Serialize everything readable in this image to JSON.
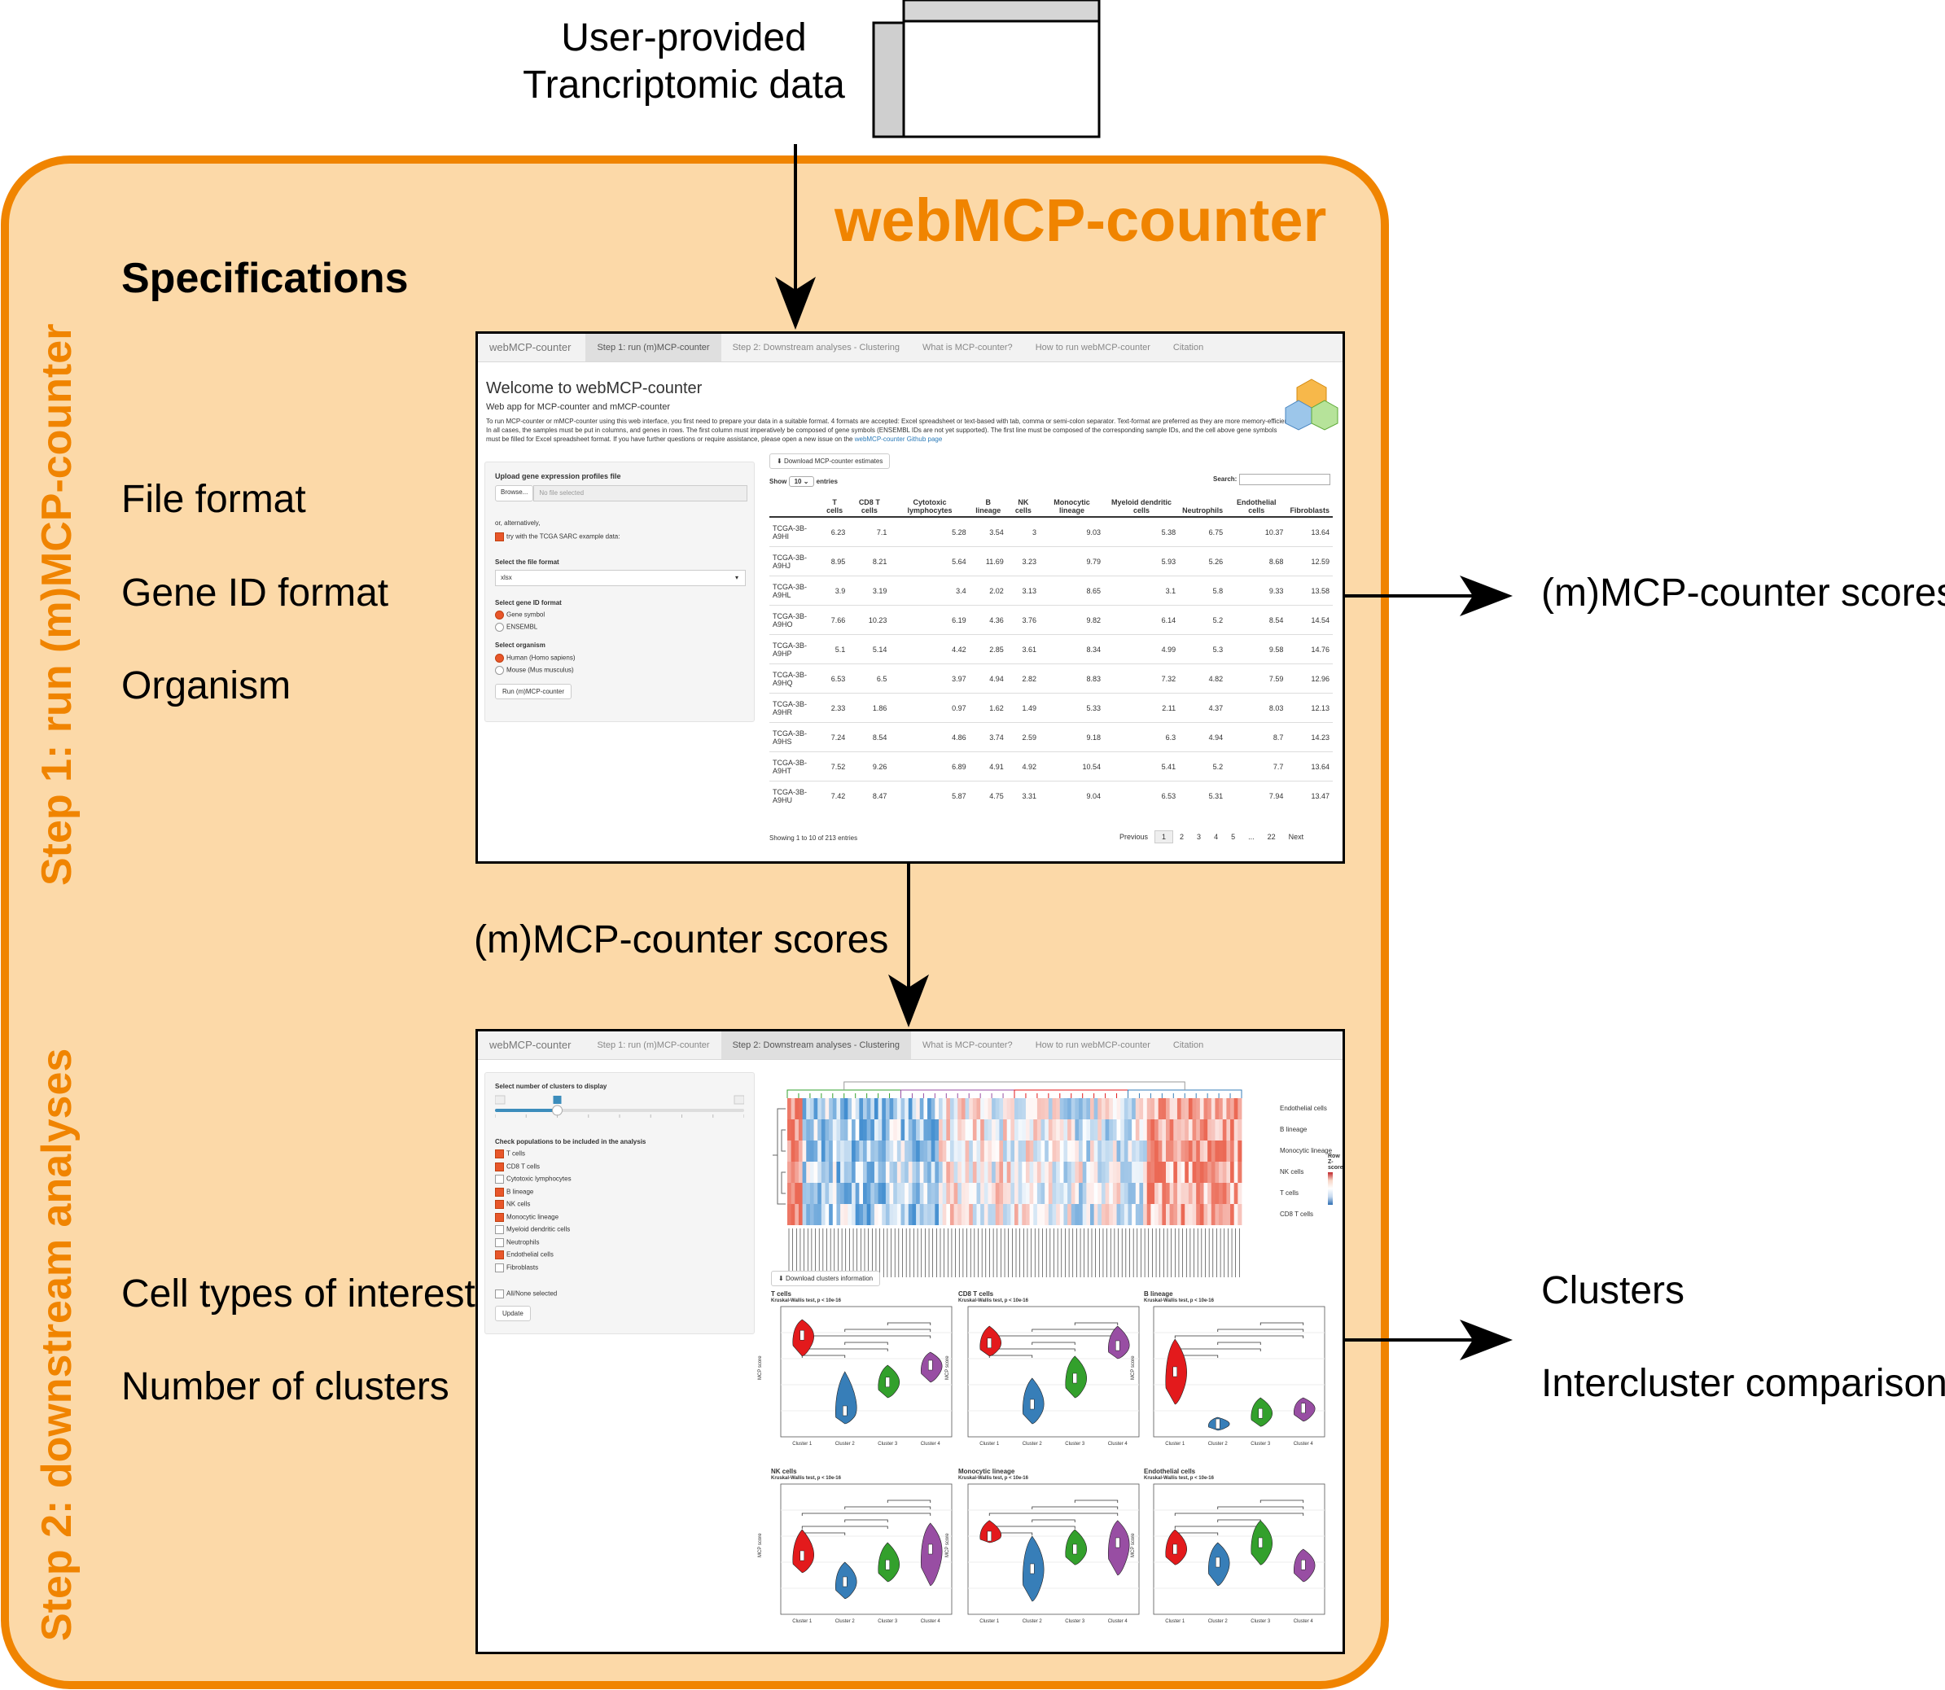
{
  "input": {
    "label_line1": "User-provided",
    "label_line2": "Trancriptomic data"
  },
  "container": {
    "title": "webMCP-counter",
    "fill_color": "#fcd9a8",
    "border_color": "#f08400",
    "specifications_heading": "Specifications"
  },
  "step1": {
    "side_label": "Step 1: run (m)MCP-counter",
    "specs": [
      "File format",
      "Gene ID format",
      "Organism"
    ],
    "output": "(m)MCP-counter scores"
  },
  "between_steps_label": "(m)MCP-counter scores",
  "step2": {
    "side_label": "Step 2: downstream analyses",
    "specs": [
      "Cell types of interest",
      "Number of clusters"
    ],
    "outputs": [
      "Clusters",
      "Intercluster comparisons"
    ]
  },
  "screenshot1": {
    "nav": [
      "webMCP-counter",
      "Step 1: run (m)MCP-counter",
      "Step 2: Downstream analyses - Clustering",
      "What is MCP-counter?",
      "How to run webMCP-counter",
      "Citation"
    ],
    "welcome": "Welcome to webMCP-counter",
    "subtitle": "Web app for MCP-counter and mMCP-counter",
    "intro": "To run MCP-counter or mMCP-counter using this web interface, you first need to prepare your data in a suitable format. 4 formats are accepted: Excel spreadsheet or text-based with tab, comma or semi-colon separator. Text-format are preferred as they are more memory-efficient. In all cases, the samples must be put in columns, and genes in rows. The first column must imperatively be composed of gene symbols (ENSEMBL IDs are not yet supported). The first line must be composed of the corresponding sample IDs, and the cell above gene symbols must be filled for Excel spreadsheet format. If you have further questions or require assistance, please open a new issue on the",
    "intro_link": "webMCP-counter Github page",
    "upload_label": "Upload gene expression profiles file",
    "browse": "Browse...",
    "no_file": "No file selected",
    "alternatively": "or, alternatively,",
    "try_example": "try with the TCGA SARC example data:",
    "file_format_label": "Select the file format",
    "file_format_value": "xlsx",
    "gene_id_label": "Select gene ID format",
    "gene_id_options": [
      "Gene symbol",
      "ENSEMBL"
    ],
    "organism_label": "Select organism",
    "organism_options": [
      "Human (Homo sapiens)",
      "Mouse (Mus musculus)"
    ],
    "run_button": "Run (m)MCP-counter",
    "download_button": "Download MCP-counter estimates",
    "show": "Show",
    "show_value": "10",
    "entries": "entries",
    "search": "Search:",
    "columns": [
      "",
      "T cells",
      "CD8 T cells",
      "Cytotoxic lymphocytes",
      "B lineage",
      "NK cells",
      "Monocytic lineage",
      "Myeloid dendritic cells",
      "Neutrophils",
      "Endothelial cells",
      "Fibroblasts"
    ],
    "rows": [
      [
        "TCGA-3B-A9HI",
        "6.23",
        "7.1",
        "5.28",
        "3.54",
        "3",
        "9.03",
        "5.38",
        "6.75",
        "10.37",
        "13.64"
      ],
      [
        "TCGA-3B-A9HJ",
        "8.95",
        "8.21",
        "5.64",
        "11.69",
        "3.23",
        "9.79",
        "5.93",
        "5.26",
        "8.68",
        "12.59"
      ],
      [
        "TCGA-3B-A9HL",
        "3.9",
        "3.19",
        "3.4",
        "2.02",
        "3.13",
        "8.65",
        "3.1",
        "5.8",
        "9.33",
        "13.58"
      ],
      [
        "TCGA-3B-A9HO",
        "7.66",
        "10.23",
        "6.19",
        "4.36",
        "3.76",
        "9.82",
        "6.14",
        "5.2",
        "8.54",
        "14.54"
      ],
      [
        "TCGA-3B-A9HP",
        "5.1",
        "5.14",
        "4.42",
        "2.85",
        "3.61",
        "8.34",
        "4.99",
        "5.3",
        "9.58",
        "14.76"
      ],
      [
        "TCGA-3B-A9HQ",
        "6.53",
        "6.5",
        "3.97",
        "4.94",
        "2.82",
        "8.83",
        "7.32",
        "4.82",
        "7.59",
        "12.96"
      ],
      [
        "TCGA-3B-A9HR",
        "2.33",
        "1.86",
        "0.97",
        "1.62",
        "1.49",
        "5.33",
        "2.11",
        "4.37",
        "8.03",
        "12.13"
      ],
      [
        "TCGA-3B-A9HS",
        "7.24",
        "8.54",
        "4.86",
        "3.74",
        "2.59",
        "9.18",
        "6.3",
        "4.94",
        "8.7",
        "14.23"
      ],
      [
        "TCGA-3B-A9HT",
        "7.52",
        "9.26",
        "6.89",
        "4.91",
        "4.92",
        "10.54",
        "5.41",
        "5.2",
        "7.7",
        "13.64"
      ],
      [
        "TCGA-3B-A9HU",
        "7.42",
        "8.47",
        "5.87",
        "4.75",
        "3.31",
        "9.04",
        "6.53",
        "5.31",
        "7.94",
        "13.47"
      ]
    ],
    "showing": "Showing 1 to 10 of 213 entries",
    "pager": [
      "Previous",
      "1",
      "2",
      "3",
      "4",
      "5",
      "...",
      "22",
      "Next"
    ]
  },
  "screenshot2": {
    "nav": [
      "webMCP-counter",
      "Step 1: run (m)MCP-counter",
      "Step 2: Downstream analyses - Clustering",
      "What is MCP-counter?",
      "How to run webMCP-counter",
      "Citation"
    ],
    "clusters_label": "Select number of clusters to display",
    "clusters_value": 4,
    "clusters_min": 2,
    "clusters_max": 10,
    "populations_label": "Check populations to be included in the analysis",
    "populations": [
      {
        "name": "T cells",
        "checked": true
      },
      {
        "name": "CD8 T cells",
        "checked": true
      },
      {
        "name": "Cytotoxic lymphocytes",
        "checked": false
      },
      {
        "name": "B lineage",
        "checked": true
      },
      {
        "name": "NK cells",
        "checked": true
      },
      {
        "name": "Monocytic lineage",
        "checked": true
      },
      {
        "name": "Myeloid dendritic cells",
        "checked": false
      },
      {
        "name": "Neutrophils",
        "checked": false
      },
      {
        "name": "Endothelial cells",
        "checked": true
      },
      {
        "name": "Fibroblasts",
        "checked": false
      }
    ],
    "all_none": "All/None selected",
    "update": "Update",
    "heatmap_rows": [
      "Endothelial cells",
      "B lineage",
      "Monocytic lineage",
      "NK cells",
      "T cells",
      "CD8 T cells"
    ],
    "legend_title": "Row Z-score",
    "download_clusters": "Download clusters information",
    "violin_panels": [
      {
        "title": "T cells",
        "test": "Kruskal-Wallis test, p < 10e-16"
      },
      {
        "title": "CD8 T cells",
        "test": "Kruskal-Wallis test, p < 10e-16"
      },
      {
        "title": "B lineage",
        "test": "Kruskal-Wallis test, p < 10e-16"
      },
      {
        "title": "NK cells",
        "test": "Kruskal-Wallis test, p < 10e-16"
      },
      {
        "title": "Monocytic lineage",
        "test": "Kruskal-Wallis test, p < 10e-16"
      },
      {
        "title": "Endothelial cells",
        "test": "Kruskal-Wallis test, p < 10e-16"
      }
    ],
    "cluster_colors": [
      "#e31a1c",
      "#377eb8",
      "#33a02c",
      "#984ea3"
    ],
    "cluster_labels": [
      "Cluster 1",
      "Cluster 2",
      "Cluster 3",
      "Cluster 4"
    ],
    "ylabel": "MCP score"
  }
}
